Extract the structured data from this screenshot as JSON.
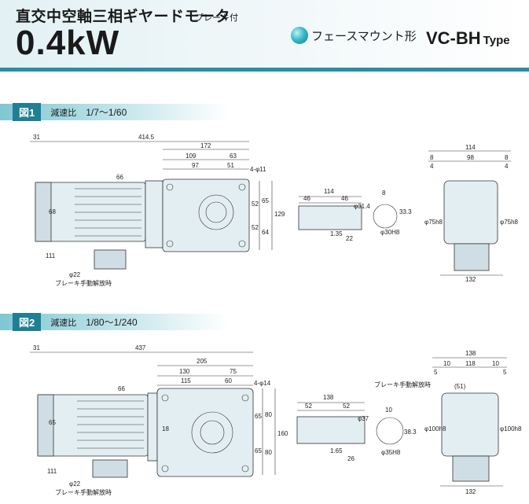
{
  "header": {
    "title": "直交中空軸三相ギヤードモータ",
    "subtitle": "ブレーキ付",
    "power": "0.4kW",
    "mount_label": "フェースマウント形",
    "type_code": "VC-BH",
    "type_word": "Type"
  },
  "figure1": {
    "label": "図1",
    "ratio_label": "減速比",
    "ratio": "1/7～1/60",
    "dims": {
      "d31": "31",
      "d414_5": "414.5",
      "d172": "172",
      "d109": "109",
      "d63": "63",
      "d97": "97",
      "d51": "51",
      "holes": "4-φ11",
      "d66": "66",
      "d65": "65",
      "d52a": "52",
      "d52b": "52",
      "d64": "64",
      "d129": "129",
      "d68": "68",
      "d111": "111",
      "conduit": "φ22",
      "brake_release": "ブレーキ手動解放時",
      "d114": "114",
      "d46a": "46",
      "d46b": "46",
      "d1_35": "1.35",
      "d22": "22",
      "shaft_dia": "φ31.4",
      "key": "8",
      "d33_3": "33.3",
      "bore": "φ30H8",
      "d114b": "114",
      "d8a": "8",
      "d98": "98",
      "d8b": "8",
      "d4a": "4",
      "d4b": "4",
      "flange_l": "φ75h8",
      "flange_r": "φ75h8",
      "d132": "132"
    }
  },
  "figure2": {
    "label": "図2",
    "ratio_label": "減速比",
    "ratio": "1/80～1/240",
    "dims": {
      "d31": "31",
      "d437": "437",
      "d205": "205",
      "d130": "130",
      "d75": "75",
      "d115": "115",
      "d60": "60",
      "holes": "4-φ14",
      "d66": "66",
      "d65a": "65",
      "d80a": "80",
      "d65b": "65",
      "d80b": "80",
      "d160": "160",
      "d18": "18",
      "d65side": "65",
      "d111": "111",
      "conduit": "φ22",
      "brake_release": "ブレーキ手動解放時",
      "d138": "138",
      "d52a": "52",
      "d52b": "52",
      "d1_65": "1.65",
      "d26": "26",
      "shaft_dia": "φ37",
      "key": "10",
      "d38_3": "38.3",
      "bore": "φ35H8",
      "brake_release2": "ブレーキ手動解放時",
      "d51": "(51)",
      "d138b": "138",
      "d10a": "10",
      "d118": "118",
      "d10b": "10",
      "d5a": "5",
      "d5b": "5",
      "flange_l": "φ100h8",
      "flange_r": "φ100h8",
      "d132": "132"
    }
  }
}
